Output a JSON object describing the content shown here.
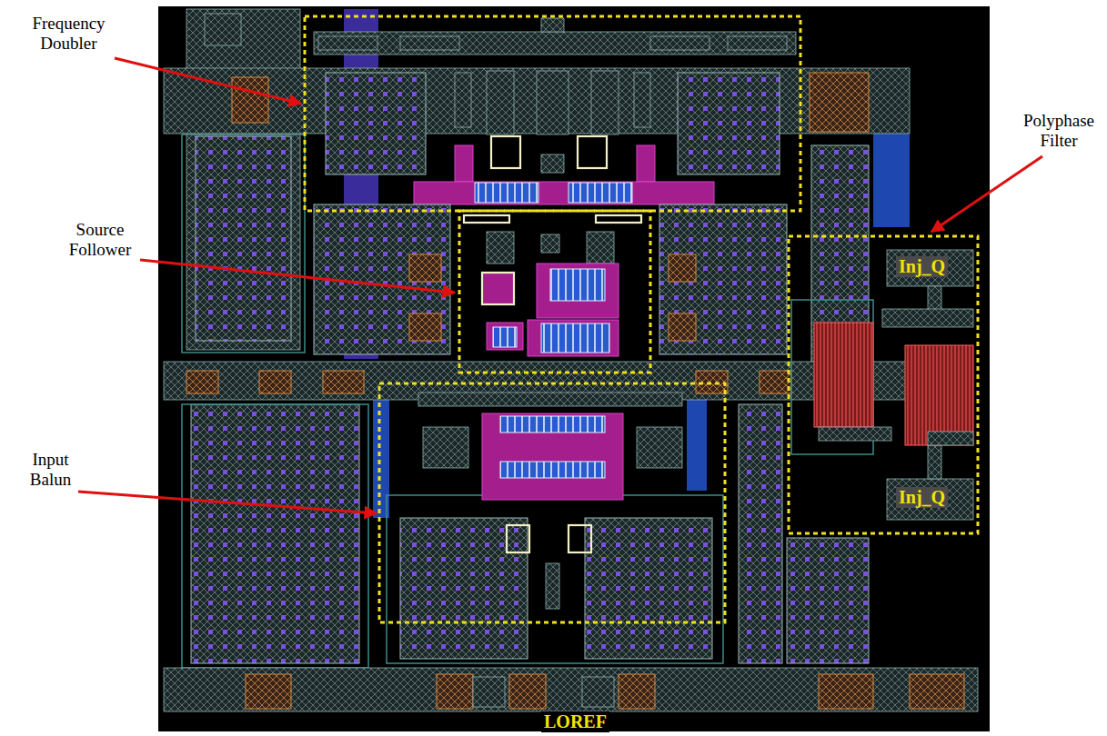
{
  "diagram": {
    "labels": [
      "Frequency Doubler",
      "Source Follower",
      "Input Balun",
      "Polyphase Filter",
      "Inj_Q",
      "Inj_Q",
      "LOREF"
    ]
  }
}
